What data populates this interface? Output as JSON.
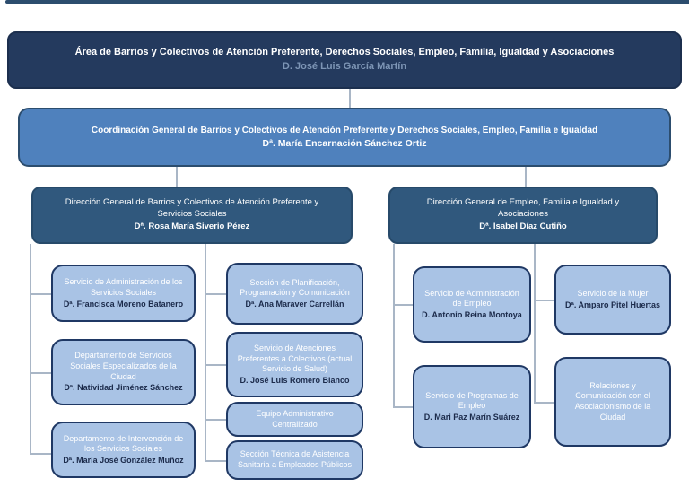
{
  "colors": {
    "level1-fill": "#243a5e",
    "level1-name": "#7d95b5",
    "level2-fill": "#4f81bd",
    "level2-border": "#2c4d6e",
    "level3-fill": "#30587d",
    "level4-fill": "#a9c3e5",
    "level4-border": "#1f3864",
    "level4-name": "#1b2a4a",
    "connector": "#a9b6c6"
  },
  "level1": {
    "title": "Área de Barrios y Colectivos de Atención Preferente, Derechos Sociales, Empleo, Familia, Igualdad y Asociaciones",
    "name": "D. José Luis García Martín"
  },
  "level2": {
    "title": "Coordinación General de Barrios y Colectivos de Atención Preferente y Derechos Sociales, Empleo, Familia e Igualdad",
    "name": "Dª. María Encarnación Sánchez Ortiz"
  },
  "level3": {
    "left": {
      "title": "Dirección General de Barrios y Colectivos de Atención Preferente y Servicios Sociales",
      "name": "Dª. Rosa María Siverio Pérez"
    },
    "right": {
      "title": "Dirección General de Empleo, Familia e Igualdad  y Asociaciones",
      "name": "Dª. Isabel Díaz Cutiño"
    }
  },
  "level4": {
    "col1": [
      {
        "title": "Servicio de Administración de los Servicios Sociales",
        "name": "Dª. Francisca Moreno Batanero"
      },
      {
        "title": "Departamento de Servicios Sociales Especializados de la Ciudad",
        "name": "Dª. Natividad Jiménez Sánchez"
      },
      {
        "title": "Departamento de Intervención de los Servicios Sociales",
        "name": "Dª. María José González Muñoz"
      }
    ],
    "col2": [
      {
        "title": "Sección de Planificación, Programación y Comunicación",
        "name": "Dª. Ana Maraver Carrellán"
      },
      {
        "title": "Servicio de Atenciones Preferentes a Colectivos (actual Servicio de Salud)",
        "name": "D. José Luis Romero Blanco"
      },
      {
        "title": "Equipo Administrativo Centralizado",
        "name": ""
      },
      {
        "title": "Sección Técnica de Asistencia Sanitaria a Empleados Públicos",
        "name": ""
      }
    ],
    "col3": [
      {
        "title": "Servicio de Administración de Empleo",
        "name": "D. Antonio Reina Montoya"
      },
      {
        "title": "Servicio de Programas de Empleo",
        "name": "D. Mari Paz Marín Suárez"
      }
    ],
    "col4": [
      {
        "title": "Servicio de la Mujer",
        "name": "Dª. Amparo Pitel Huertas"
      },
      {
        "title": "Relaciones y Comunicación con el Asociacionismo de la Ciudad",
        "name": ""
      }
    ]
  }
}
